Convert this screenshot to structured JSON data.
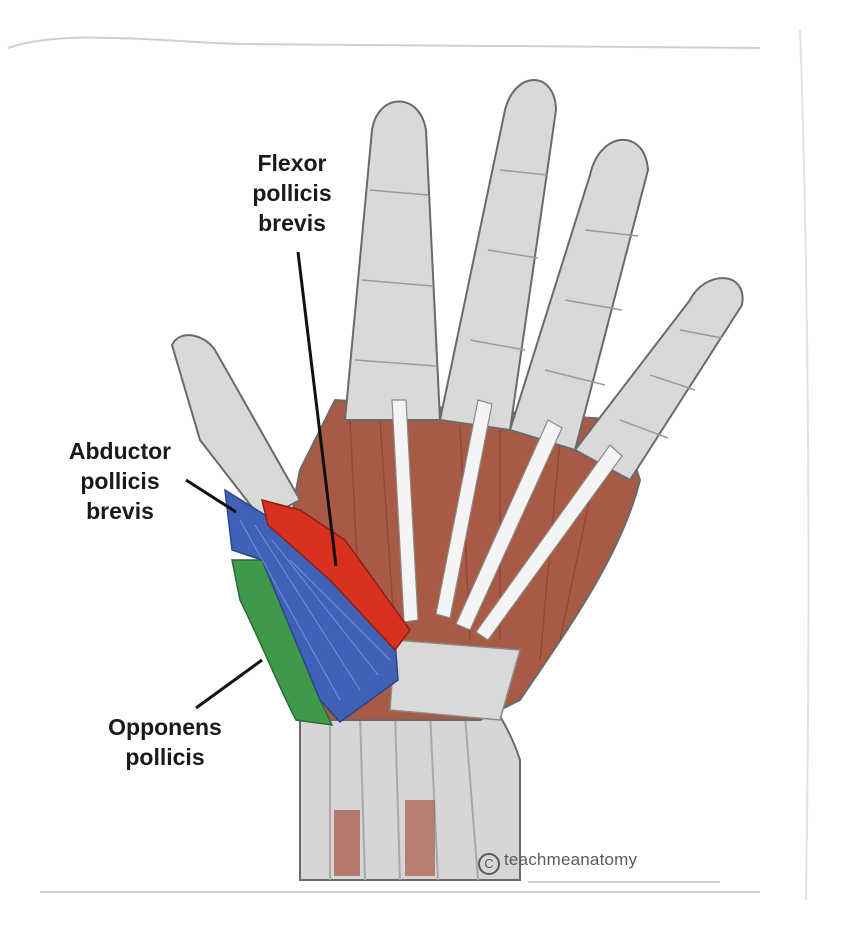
{
  "labels": {
    "flexor_pollicis_brevis": [
      "Flexor",
      "pollicis",
      "brevis"
    ],
    "abductor_pollicis_brevis": [
      "Abductor",
      "pollicis",
      "brevis"
    ],
    "opponens_pollicis": [
      "Opponens",
      "pollicis"
    ]
  },
  "watermark": {
    "symbol": "C",
    "text": "teachmeanatomy"
  },
  "colors": {
    "flexor_pollicis_brevis": "#d8311f",
    "abductor_pollicis_brevis": "#3f62b8",
    "opponens_pollicis": "#3e9a4a",
    "muscle": "#a85a45",
    "bone": "#d9d9d9",
    "tendon": "#f2f2f2",
    "outline": "#6a6a6a"
  }
}
